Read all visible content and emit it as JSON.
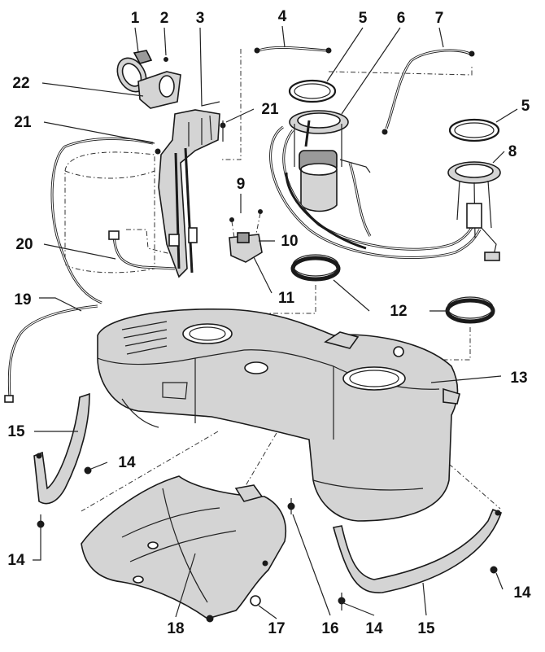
{
  "callouts": [
    {
      "id": "1",
      "text": "1"
    },
    {
      "id": "2",
      "text": "2"
    },
    {
      "id": "3",
      "text": "3"
    },
    {
      "id": "4",
      "text": "4"
    },
    {
      "id": "5a",
      "text": "5"
    },
    {
      "id": "6",
      "text": "6"
    },
    {
      "id": "7",
      "text": "7"
    },
    {
      "id": "5b",
      "text": "5"
    },
    {
      "id": "8",
      "text": "8"
    },
    {
      "id": "22",
      "text": "22"
    },
    {
      "id": "21a",
      "text": "21"
    },
    {
      "id": "21b",
      "text": "21"
    },
    {
      "id": "9",
      "text": "9"
    },
    {
      "id": "10",
      "text": "10"
    },
    {
      "id": "20",
      "text": "20"
    },
    {
      "id": "11",
      "text": "11"
    },
    {
      "id": "12",
      "text": "12"
    },
    {
      "id": "19",
      "text": "19"
    },
    {
      "id": "13",
      "text": "13"
    },
    {
      "id": "15a",
      "text": "15"
    },
    {
      "id": "14a",
      "text": "14"
    },
    {
      "id": "14b",
      "text": "14"
    },
    {
      "id": "14c",
      "text": "14"
    },
    {
      "id": "14d",
      "text": "14"
    },
    {
      "id": "18",
      "text": "18"
    },
    {
      "id": "17",
      "text": "17"
    },
    {
      "id": "16",
      "text": "16"
    },
    {
      "id": "15b",
      "text": "15"
    }
  ]
}
